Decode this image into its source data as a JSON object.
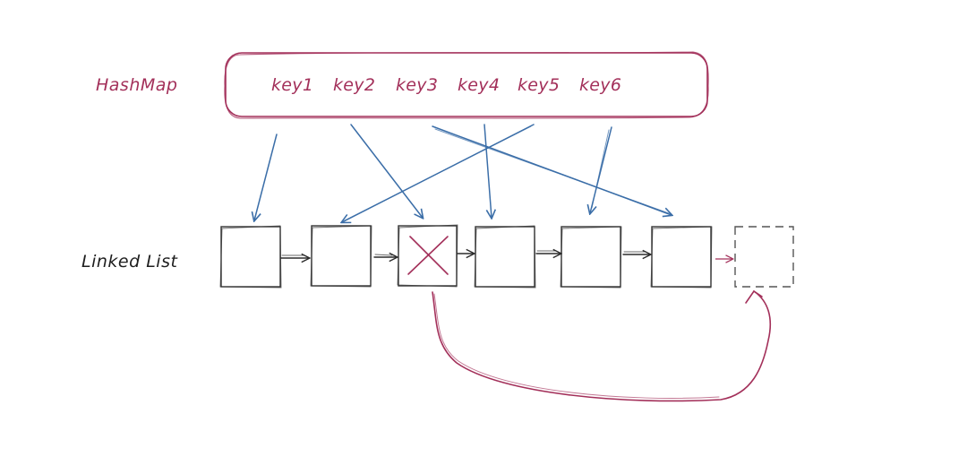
{
  "labels": {
    "hashmap": "HashMap",
    "linked_list": "Linked List"
  },
  "keys": [
    "key1",
    "key2",
    "key3",
    "key4",
    "key5",
    "key6"
  ],
  "colors": {
    "accent_red": "#a3305a",
    "arrow_blue": "#3b6ea8",
    "ink": "#2b2b2b",
    "dashed": "#555555"
  }
}
